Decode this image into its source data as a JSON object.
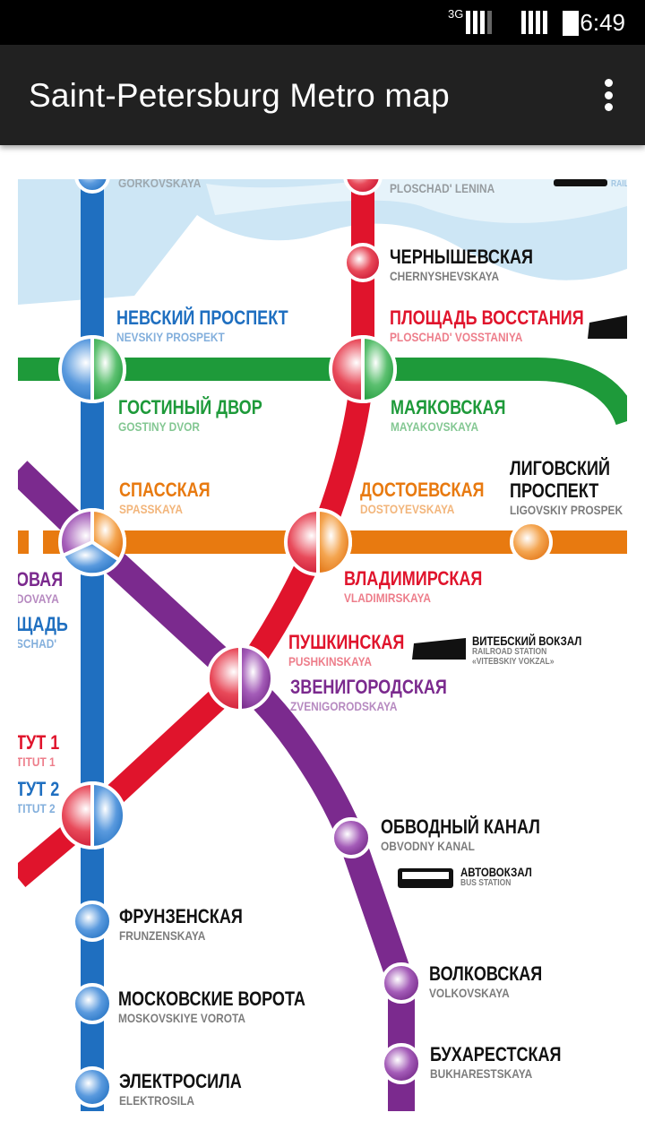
{
  "status_bar": {
    "network": "3G",
    "time": "6:49"
  },
  "app_bar": {
    "title": "Saint-Petersburg Metro map",
    "menu_icon": "more-vert-icon"
  },
  "colors": {
    "blue": "#1f6fc0",
    "red": "#e0142c",
    "green": "#1e9a3a",
    "orange": "#e87a10",
    "purple": "#7b2a8e",
    "water": "#cde6f5"
  },
  "stations": {
    "gorkovskaya": {
      "en": "GORKOVSKAYA"
    },
    "ploschad_lenina": {
      "en": "PLOSCHAD' LENINA"
    },
    "chernyshevskaya": {
      "ru": "ЧЕРНЫШЕВСКАЯ",
      "en": "CHERNYSHEVSKAYA"
    },
    "nevskiy": {
      "ru": "НЕВСКИЙ ПРОСПЕКТ",
      "en": "NEVSKIY PROSPEKT"
    },
    "vosstaniya": {
      "ru": "ПЛОЩАДЬ ВОССТАНИЯ",
      "en": "PLOSCHAD' VOSSTANIYA"
    },
    "gostiny": {
      "ru": "ГОСТИНЫЙ ДВОР",
      "en": "GOSTINY DVOR"
    },
    "mayakovskaya": {
      "ru": "МАЯКОВСКАЯ",
      "en": "MAYAKOVSKAYA"
    },
    "spasskaya": {
      "ru": "СПАССКАЯ",
      "en": "SPASSKAYA"
    },
    "dostoyevskaya": {
      "ru": "ДОСТОЕВСКАЯ",
      "en": "DOSTOYEVSKAYA"
    },
    "ligovskiy": {
      "ru1": "ЛИГОВСКИЙ",
      "ru2": "ПРОСПЕКТ",
      "en": "LIGOVSKIY PROSPEK"
    },
    "sadovaya": {
      "ru": "ОВАЯ",
      "en": "DOVAYA"
    },
    "sennaya": {
      "ru": "ЩАДЬ",
      "en": "SCHAD'"
    },
    "vladimirskaya": {
      "ru": "ВЛАДИМИРСКАЯ",
      "en": "VLADIMIRSKAYA"
    },
    "pushkinskaya": {
      "ru": "ПУШКИНСКАЯ",
      "en": "PUSHKINSKAYA"
    },
    "zvenigorodskaya": {
      "ru": "ЗВЕНИГОРОДСКАЯ",
      "en": "ZVENIGORODSKAYA"
    },
    "vitebskiy": {
      "ru": "ВИТЕБСКИЙ ВОКЗАЛ",
      "en1": "RAILROAD STATION",
      "en2": "«VITEBSKIY VOKZAL»"
    },
    "institut1": {
      "ru": "ТУТ 1",
      "en": "TITUT 1"
    },
    "institut2": {
      "ru": "ТУТ 2",
      "en": "TITUT 2"
    },
    "obvodny": {
      "ru": "ОБВОДНЫЙ КАНАЛ",
      "en": "OBVODNY KANAL"
    },
    "avtovokzal": {
      "ru": "АВТОВОКЗАЛ",
      "en": "BUS STATION"
    },
    "frunzenskaya": {
      "ru": "ФРУНЗЕНСКАЯ",
      "en": "FRUNZENSKAYA"
    },
    "moskovskiye": {
      "ru": "МОСКОВСКИЕ ВОРОТА",
      "en": "MOSKOVSKIYE VOROTA"
    },
    "volkovskaya": {
      "ru": "ВОЛКОВСКАЯ",
      "en": "VOLKOVSKAYA"
    },
    "elektrosila": {
      "ru": "ЭЛЕКТРОСИЛА",
      "en": "ELEKTROSILA"
    },
    "bukharestskaya": {
      "ru": "БУХАРЕСТСКАЯ",
      "en": "BUKHARESTSKAYA"
    }
  },
  "rail_label": "RAIL"
}
